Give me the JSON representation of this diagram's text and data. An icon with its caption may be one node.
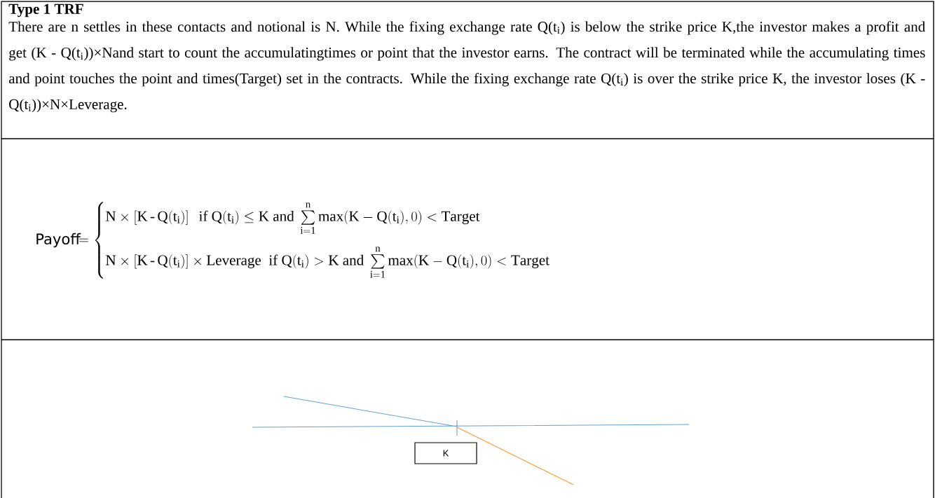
{
  "diagram": {
    "title": "Type 1 TRF",
    "nodes": [
      {
        "text": [
          "K"
        ]
      }
    ],
    "labels": [
      "There are n settles in these contacts and notional is N. While the fixing exchange rate Q(t$_{i}$) is below the strike price K,the investor makes a profit and get (K - Q(t$_{i}$))×Nand start to count the accumulatingtimes or point that the investor earns. The contract will be terminated while the accumulating times and point touches the point and times(Target) set in the contracts. While the fixing exchange rate Q(t$_{i}$) is over the strike price K, the investor loses (K - Q(t$_{i}$))×N×Leverage.",
      "Payoff",
      "=\\begin{cases}\\mathrm{N}\\times\\left[\\mathrm{K}\\,\\text{-}\\,\\mathrm{Q}(\\mathrm{t_i})\\right]\\ \\text{ if }\\mathrm{Q}(\\mathrm{t_i})\\le\\mathrm{K}\\text{ and }\\sum\\limits_{\\mathrm{i=1}}^{\\mathrm{n}}\\max(\\mathrm{K}-\\mathrm{Q}(\\mathrm{t_i}),0)<\\mathrm{Target}\\\\[1.2em] \\mathrm{N}\\times\\left[\\mathrm{K}\\,\\text{-}\\,\\mathrm{Q}(\\mathrm{t_i})\\right]\\times\\mathrm{Leverage}\\ \\text{ if }\\mathrm{Q}(\\mathrm{t_i})>\\mathrm{K}\\text{ and }\\sum\\limits_{\\mathrm{i=1}}^{\\mathrm{n}}\\max(\\mathrm{K}-\\mathrm{Q}(\\mathrm{t_i}),0)<\\mathrm{Target}\\end{cases}"
    ]
  }
}
